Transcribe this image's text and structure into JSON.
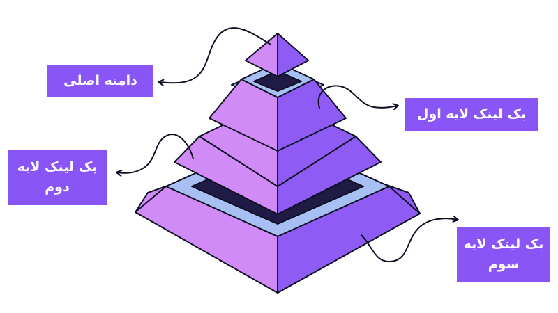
{
  "colors": {
    "face_left": "#d08bf6",
    "face_right": "#8f5bf5",
    "ledge": "#a7bff3",
    "hole": "#1f1b45",
    "outline": "#0f0f24",
    "label_bg": "#8a55f7",
    "label_text": "#ffffff"
  },
  "labels": {
    "main_domain": "دامنه اصلی",
    "backlink_layer_1": "بک لینک لایه اول",
    "backlink_layer_2": "بک لینک لایه\nدوم",
    "backlink_layer_3": "بک لینک لایه\nسوم"
  }
}
